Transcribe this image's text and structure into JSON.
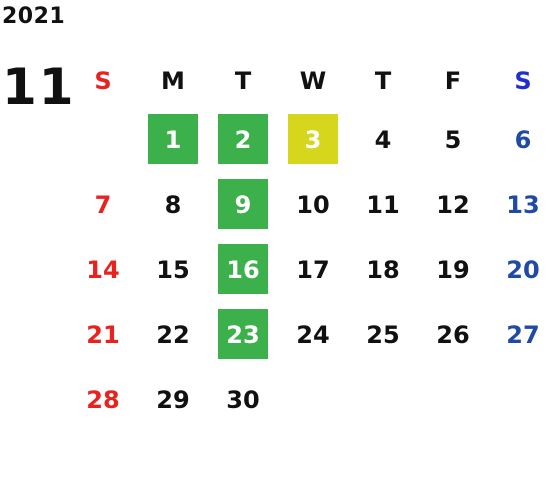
{
  "calendar": {
    "year": "2021",
    "month": "11",
    "weekdays": [
      "S",
      "M",
      "T",
      "W",
      "T",
      "F",
      "S"
    ],
    "weeks": [
      [
        {
          "day": ""
        },
        {
          "day": "1",
          "highlight": "green"
        },
        {
          "day": "2",
          "highlight": "green"
        },
        {
          "day": "3",
          "highlight": "yellow"
        },
        {
          "day": "4"
        },
        {
          "day": "5"
        },
        {
          "day": "6"
        }
      ],
      [
        {
          "day": "7"
        },
        {
          "day": "8"
        },
        {
          "day": "9",
          "highlight": "green"
        },
        {
          "day": "10"
        },
        {
          "day": "11"
        },
        {
          "day": "12"
        },
        {
          "day": "13"
        }
      ],
      [
        {
          "day": "14"
        },
        {
          "day": "15"
        },
        {
          "day": "16",
          "highlight": "green"
        },
        {
          "day": "17"
        },
        {
          "day": "18"
        },
        {
          "day": "19"
        },
        {
          "day": "20"
        }
      ],
      [
        {
          "day": "21"
        },
        {
          "day": "22"
        },
        {
          "day": "23",
          "highlight": "green"
        },
        {
          "day": "24"
        },
        {
          "day": "25"
        },
        {
          "day": "26"
        },
        {
          "day": "27"
        }
      ],
      [
        {
          "day": "28"
        },
        {
          "day": "29"
        },
        {
          "day": "30"
        },
        {
          "day": ""
        },
        {
          "day": ""
        },
        {
          "day": ""
        },
        {
          "day": ""
        }
      ]
    ]
  },
  "colors": {
    "sunday": "#e8231f",
    "saturday": "#1f4aa6",
    "green_highlight": "#3cb04a",
    "yellow_highlight": "#d6d61c"
  }
}
